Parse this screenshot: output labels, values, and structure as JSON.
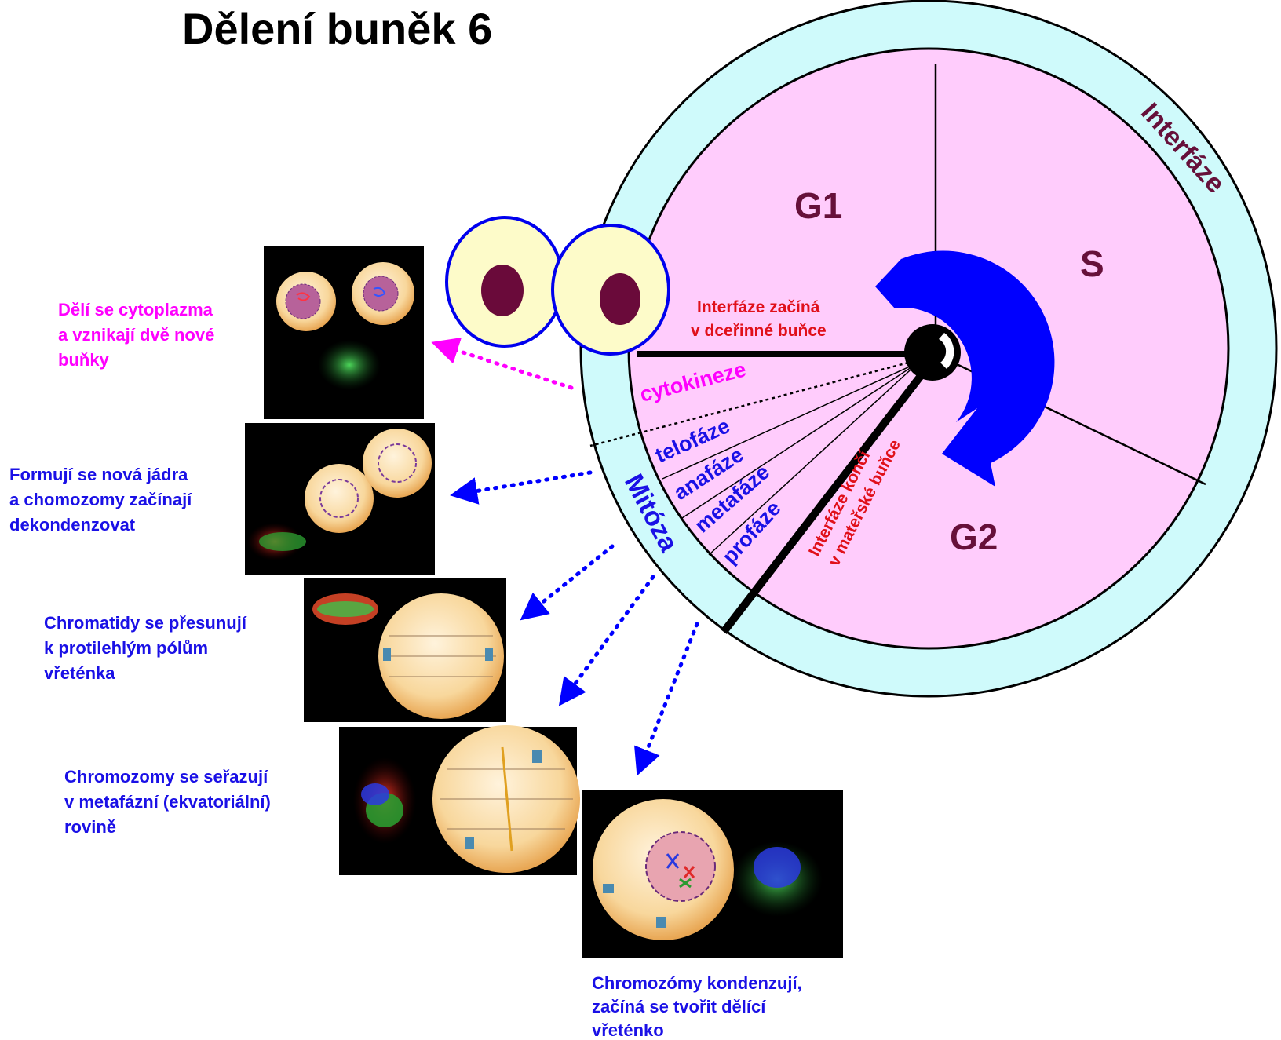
{
  "title": "Dělení buněk 6",
  "cycle": {
    "phases": {
      "g1": "G1",
      "s": "S",
      "g2": "G2"
    },
    "ring_labels": {
      "interphase": "Interfáze",
      "mitosis": "Mitóza"
    },
    "mitosis_phases": {
      "cytokinesis": "cytokineze",
      "telophase": "telofáze",
      "anaphase": "anafáze",
      "metaphase": "metafáze",
      "prophase": "profáze"
    },
    "notes": {
      "interphase_start": [
        "Interfáze začíná",
        "v dceřinné buňce"
      ],
      "interphase_end": [
        "Interfáze končí",
        "v mateřské buňce"
      ]
    }
  },
  "captions": {
    "cytokinesis": [
      "Dělí se cytoplazma",
      "a vznikají dvě nové",
      "buňky"
    ],
    "telophase": [
      "Formují se nová jádra",
      "a chomozomy začínají",
      "dekondenzovat"
    ],
    "anaphase": [
      "Chromatidy se přesunují",
      "k protilehlým pólům",
      "vřeténka"
    ],
    "metaphase": [
      "Chromozomy se seřazují",
      "v metafázní (ekvatoriální)",
      "rovině"
    ],
    "prophase": [
      "Chromozómy kondenzují,",
      "začíná se tvořit dělící",
      "vřeténko"
    ]
  },
  "colors": {
    "title": "#000000",
    "ring": "#cffafb",
    "wedge": "#ffccfc",
    "phase_text": "#66103a",
    "mitosis_text": "#1a10e6",
    "cytokinesis_text": "#ff00ff",
    "note_red": "#e0101a",
    "arrow_blue": "#0000ff",
    "arrow_magenta": "#ff00ff",
    "eye_fill": "#fdfbc9",
    "pupil": "#6a0a3a"
  }
}
